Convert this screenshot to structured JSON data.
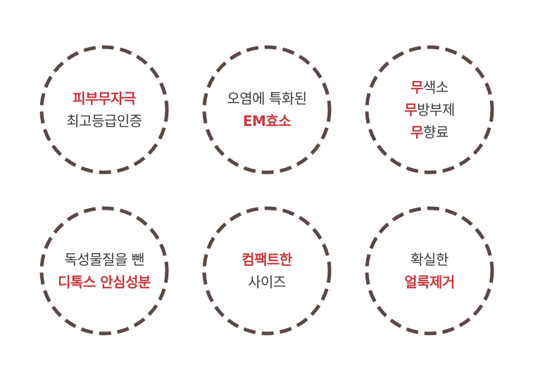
{
  "colors": {
    "accent": "#c8383e",
    "text": "#3a3a3a",
    "ring": "#5a4844"
  },
  "badges": [
    {
      "line1": "피부무자극",
      "line2": "최고등급인증"
    },
    {
      "line1": "오염에 특화된",
      "line2": "EM효소"
    },
    {
      "line1_accent": "무",
      "line1_rest": "색소",
      "line2_accent": "무",
      "line2_rest": "방부제",
      "line3_accent": "무",
      "line3_rest": "향료"
    },
    {
      "line1": "독성물질을 뺀",
      "line2": "디톡스 안심성분"
    },
    {
      "line1": "컴팩트한",
      "line2": "사이즈"
    },
    {
      "line1": "확실한",
      "line2": "얼룩제거"
    }
  ]
}
